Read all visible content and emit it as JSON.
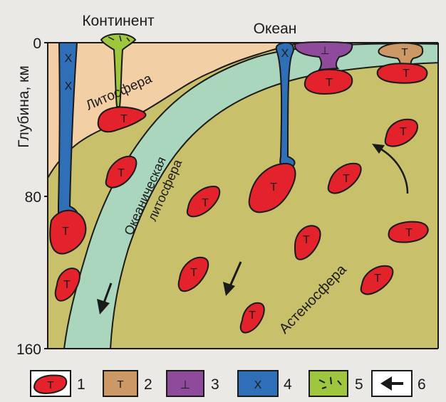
{
  "title_continent": "Континент",
  "title_ocean": "Океан",
  "y_axis": {
    "label": "Глубина, км",
    "ticks": [
      "0",
      "80",
      "160"
    ]
  },
  "regions": {
    "lithosphere": "Литосфера",
    "oceanic_lithosphere_line1": "Океаническая",
    "oceanic_lithosphere_line2": "литосфера",
    "asthenosphere": "Астеносфера"
  },
  "symbols": {
    "T": "Т",
    "X": "Х",
    "perp": "⊥"
  },
  "legend": [
    {
      "num": "1",
      "symbol": "Т"
    },
    {
      "num": "2",
      "symbol": "Т"
    },
    {
      "num": "3",
      "symbol": "⊥"
    },
    {
      "num": "4",
      "symbol": "Х"
    },
    {
      "num": "5",
      "symbol": ""
    },
    {
      "num": "6",
      "symbol": ""
    }
  ],
  "colors": {
    "asthenosphere": "#c8c06a",
    "continental_lithosphere": "#f3cfa6",
    "oceanic_lithosphere": "#a9d6bd",
    "plume_red": "#e3222b",
    "type2_brown": "#cc9966",
    "type3_purple": "#8e4b9b",
    "type4_blue": "#2f6fb8",
    "type5_green": "#9fc63f"
  }
}
